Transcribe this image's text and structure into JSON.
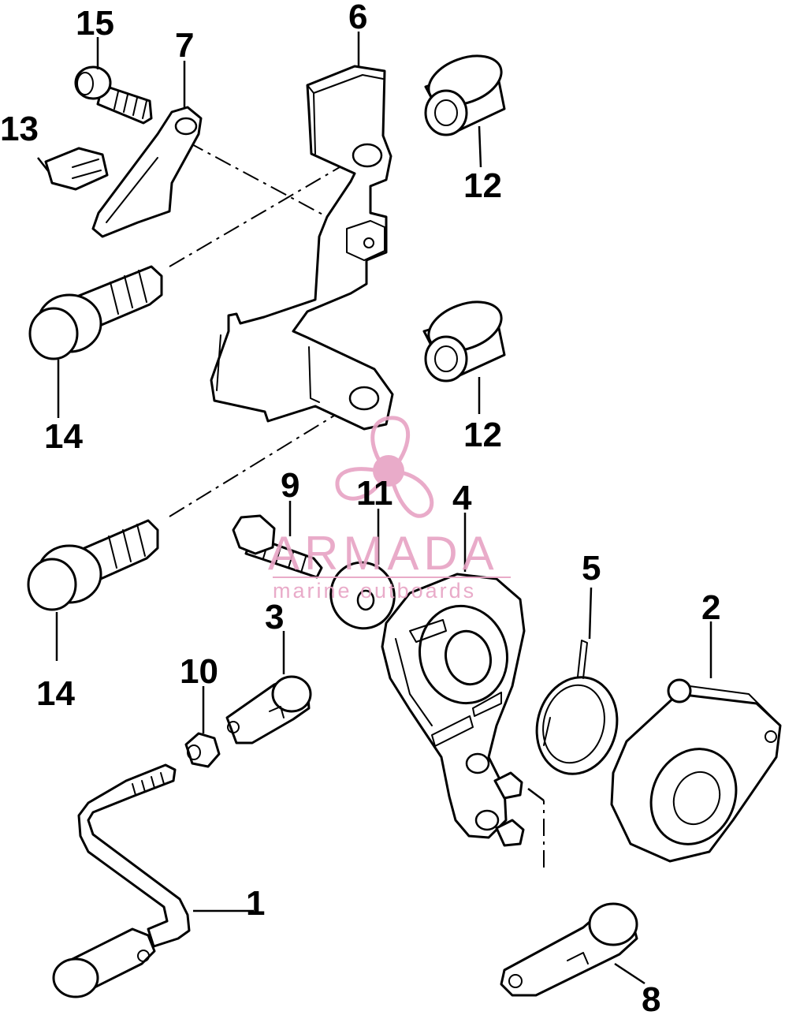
{
  "labels": {
    "p1": "1",
    "p2": "2",
    "p3": "3",
    "p4": "4",
    "p5": "5",
    "p6": "6",
    "p7": "7",
    "p8": "8",
    "p9": "9",
    "p10": "10",
    "p11": "11",
    "p12a": "12",
    "p12b": "12",
    "p13": "13",
    "p14a": "14",
    "p14b": "14",
    "p15": "15"
  },
  "watermark": {
    "brand": "ARMADA",
    "tagline": "marine outboards",
    "color": "#e7a3c4"
  }
}
